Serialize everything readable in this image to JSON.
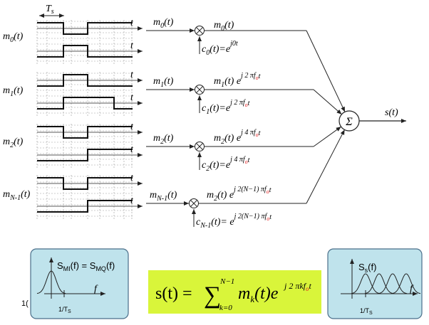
{
  "waveforms": {
    "period_label": "T",
    "period_sub": "s",
    "axis_label": "t",
    "rows": [
      {
        "name": "m",
        "sub": "0",
        "arg": "(t)",
        "i_levels": [
          1,
          0,
          1,
          1,
          1
        ],
        "q_levels": [
          0,
          1,
          0,
          0,
          0
        ]
      },
      {
        "name": "m",
        "sub": "1",
        "arg": "(t)",
        "i_levels": [
          0,
          1,
          0,
          0,
          0
        ],
        "q_levels": [
          0,
          1,
          1,
          0,
          0
        ]
      },
      {
        "name": "m",
        "sub": "2",
        "arg": "(t)",
        "i_levels": [
          1,
          0,
          1,
          1,
          1
        ],
        "q_levels": [
          0,
          0,
          1,
          1,
          1
        ]
      },
      {
        "name": "m",
        "sub": "N-1",
        "arg": "(t)",
        "i_levels": [
          1,
          0,
          1,
          1,
          1
        ],
        "q_levels": [
          0,
          0,
          1,
          1,
          1
        ]
      }
    ]
  },
  "branches": [
    {
      "input": "m",
      "input_sub": "0",
      "input_arg": "(t)",
      "out_name": "m",
      "out_sub": "0",
      "out_arg": "(t)",
      "out_exp": "",
      "c_name": "c",
      "c_sub": "0",
      "c_eq": "(t)=e",
      "c_exp": "j0t"
    },
    {
      "input": "m",
      "input_sub": "1",
      "input_arg": "(t)",
      "out_name": "m",
      "out_sub": "1",
      "out_arg": "(t) e",
      "out_exp": "j 2 πf",
      "c_name": "c",
      "c_sub": "1",
      "c_eq": "(t)=e",
      "c_exp": "j 2 πf"
    },
    {
      "input": "m",
      "input_sub": "2",
      "input_arg": "(t)",
      "out_name": "m",
      "out_sub": "2",
      "out_arg": "(t) e",
      "out_exp": "j 4 πf",
      "c_name": "c",
      "c_sub": "2",
      "c_eq": "(t)=e",
      "c_exp": "j 4 πf"
    },
    {
      "input": "m",
      "input_sub": "N-1",
      "input_arg": "(t)",
      "out_name": "m",
      "out_sub": "2",
      "out_arg": "(t) e",
      "out_exp": "j 2(N−1) πf",
      "c_name": "c",
      "c_sub": "N-1",
      "c_eq": "(t)= e",
      "c_exp": "j 2(N−1) πf"
    }
  ],
  "exp_suffix": "o",
  "exp_tail": "t",
  "summer": {
    "symbol": "Σ",
    "output": "s(t)"
  },
  "left_panel": {
    "label_s": "S",
    "label_sub1": "MI",
    "label_mid": "(f) = S",
    "label_sub2": "MQ",
    "label_end": "(f)",
    "axis": "f",
    "tick_1": "1/T",
    "tick_sub": "S",
    "stray": "1("
  },
  "right_panel": {
    "label": "S",
    "label_sub": "s",
    "label_end": "(f)",
    "axis": "f",
    "tick_1": "1/T",
    "tick_sub": "S"
  },
  "formula": {
    "lhs": "s(t) = ",
    "sum_top": "N−1",
    "sum_bot": "k=0",
    "term": "m",
    "term_sub": "k",
    "term_arg": "(t)e",
    "exp": "j 2 πkf",
    "exp_sub": "o",
    "exp_tail": "t",
    "bg": "#d9f53a"
  },
  "colors": {
    "panel_bg": "#bfe3ec",
    "panel_border": "#4a6f8a",
    "highlight": "#d9f53a",
    "accent": "#e21b1b"
  }
}
